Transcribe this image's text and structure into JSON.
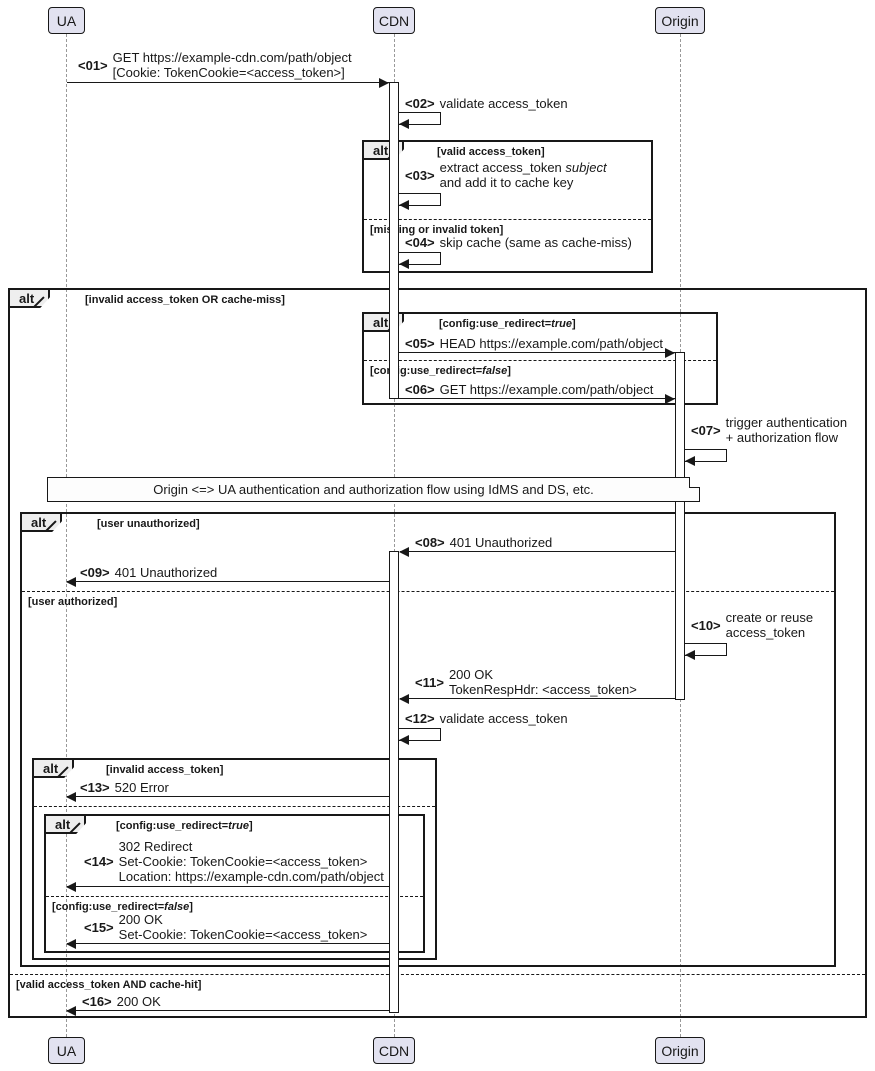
{
  "participants": {
    "ua": "UA",
    "cdn": "CDN",
    "origin": "Origin"
  },
  "frames": {
    "alt_token": {
      "keyword": "alt",
      "condition": "[valid access_token]",
      "else_label": "[missing or invalid token]"
    },
    "alt_main": {
      "keyword": "alt",
      "condition": "[invalid access_token OR cache-miss]",
      "else_label": "[valid access_token AND cache-hit]"
    },
    "alt_origin_redirect": {
      "keyword": "alt",
      "cond_pre": "[config:use_redirect=",
      "cond_em": "true",
      "cond_post": "]",
      "else_pre": "[config:use_redirect=",
      "else_em": "false",
      "else_post": "]"
    },
    "alt_user": {
      "keyword": "alt",
      "condition": "[user unauthorized]",
      "else_label": "[user authorized]"
    },
    "alt_invalid_token": {
      "keyword": "alt",
      "condition": "[invalid access_token]"
    },
    "alt_client_redirect": {
      "keyword": "alt",
      "cond_pre": "[config:use_redirect=",
      "cond_em": "true",
      "cond_post": "]",
      "else_pre": "[config:use_redirect=",
      "else_em": "false",
      "else_post": "]"
    }
  },
  "note": {
    "text": "Origin <=> UA authentication and authorization flow using IdMS and DS, etc."
  },
  "messages": {
    "m01": {
      "num": "<01>",
      "from": "UA",
      "to": "CDN",
      "lines": [
        "GET https://example-cdn.com/path/object",
        "[Cookie: TokenCookie=<access_token>]"
      ]
    },
    "m02": {
      "num": "<02>",
      "from": "CDN",
      "to": "CDN",
      "lines": [
        "validate access_token"
      ]
    },
    "m03": {
      "num": "<03>",
      "from": "CDN",
      "to": "CDN",
      "l1_pre": "extract access_token ",
      "l1_em": "subject",
      "l2": "and add it to cache key"
    },
    "m04": {
      "num": "<04>",
      "from": "CDN",
      "to": "CDN",
      "lines": [
        "skip cache (same as cache-miss)"
      ]
    },
    "m05": {
      "num": "<05>",
      "from": "CDN",
      "to": "Origin",
      "lines": [
        "HEAD https://example.com/path/object"
      ]
    },
    "m06": {
      "num": "<06>",
      "from": "CDN",
      "to": "Origin",
      "lines": [
        "GET https://example.com/path/object"
      ]
    },
    "m07": {
      "num": "<07>",
      "from": "Origin",
      "to": "Origin",
      "lines": [
        "trigger authentication",
        "+ authorization flow"
      ]
    },
    "m08": {
      "num": "<08>",
      "from": "Origin",
      "to": "CDN",
      "lines": [
        "401 Unauthorized"
      ]
    },
    "m09": {
      "num": "<09>",
      "from": "CDN",
      "to": "UA",
      "lines": [
        "401 Unauthorized"
      ]
    },
    "m10": {
      "num": "<10>",
      "from": "Origin",
      "to": "Origin",
      "lines": [
        "create or reuse",
        "access_token"
      ]
    },
    "m11": {
      "num": "<11>",
      "from": "Origin",
      "to": "CDN",
      "lines": [
        "200 OK",
        "TokenRespHdr: <access_token>"
      ]
    },
    "m12": {
      "num": "<12>",
      "from": "CDN",
      "to": "CDN",
      "lines": [
        "validate access_token"
      ]
    },
    "m13": {
      "num": "<13>",
      "from": "CDN",
      "to": "UA",
      "lines": [
        "520 Error"
      ]
    },
    "m14": {
      "num": "<14>",
      "from": "CDN",
      "to": "UA",
      "lines": [
        "302 Redirect",
        "Set-Cookie: TokenCookie=<access_token>",
        "Location: https://example-cdn.com/path/object"
      ]
    },
    "m15": {
      "num": "<15>",
      "from": "CDN",
      "to": "UA",
      "lines": [
        "200 OK",
        "Set-Cookie: TokenCookie=<access_token>"
      ]
    },
    "m16": {
      "num": "<16>",
      "from": "CDN",
      "to": "UA",
      "lines": [
        "200 OK"
      ]
    }
  }
}
